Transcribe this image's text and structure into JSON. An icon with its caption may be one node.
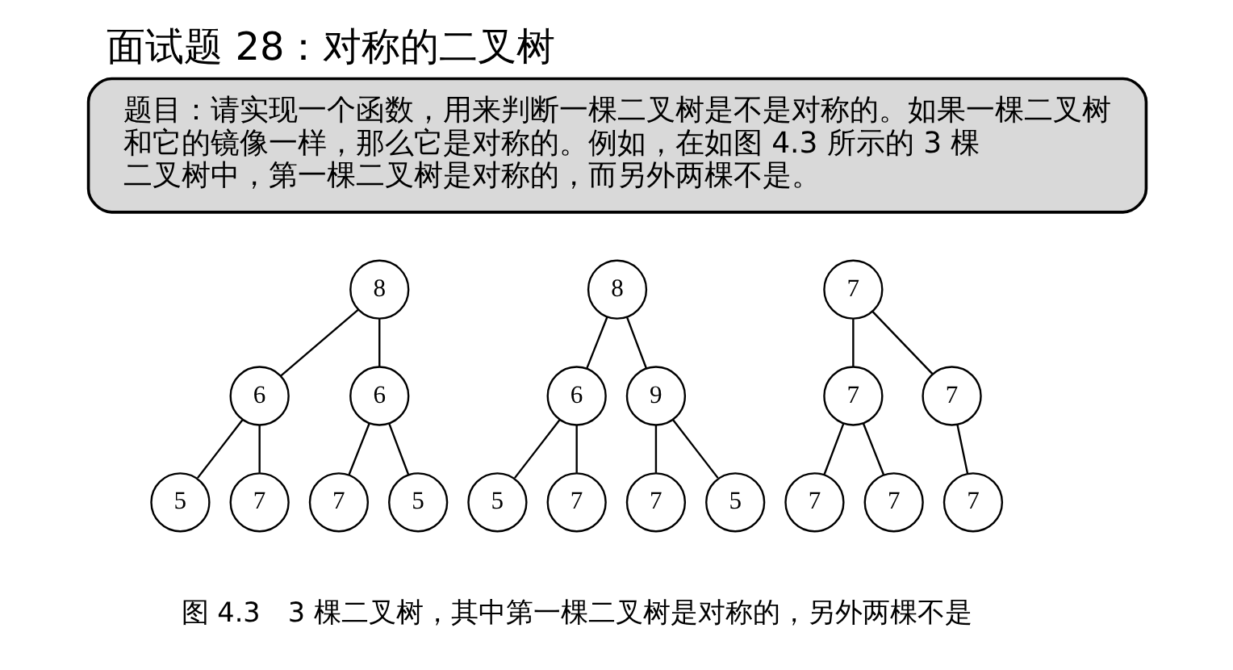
{
  "diagram": {
    "title": "面试题 28：对称的二叉树",
    "caption": "图 4.3　3 棵二叉树，其中第一棵二叉树是对称的，另外两棵不是",
    "nodes": [
      {
        "text": [
          "题目：请实现一个函数，用来判断一棵二叉树是不是对称的。如果一棵二叉树和它的镜像一样，那么它是对称的。例如，在如图 4.3 所示的 3 棵二叉树中，第一棵二叉树是对称的，而另外两棵不是。"
        ]
      },
      {
        "text": [
          "8"
        ]
      },
      {
        "text": [
          "8"
        ]
      },
      {
        "text": [
          "7"
        ]
      },
      {
        "text": [
          "6"
        ]
      },
      {
        "text": [
          "6"
        ]
      },
      {
        "text": [
          "6"
        ]
      },
      {
        "text": [
          "9"
        ]
      },
      {
        "text": [
          "7"
        ]
      },
      {
        "text": [
          "7"
        ]
      },
      {
        "text": [
          "5"
        ]
      },
      {
        "text": [
          "7"
        ]
      },
      {
        "text": [
          "7"
        ]
      },
      {
        "text": [
          "5"
        ]
      },
      {
        "text": [
          "5"
        ]
      },
      {
        "text": [
          "7"
        ]
      },
      {
        "text": [
          "7"
        ]
      },
      {
        "text": [
          "5"
        ]
      },
      {
        "text": [
          "7"
        ]
      },
      {
        "text": [
          "7"
        ]
      },
      {
        "text": [
          "7"
        ]
      }
    ],
    "edges": [
      {
        "from": 1,
        "to": 4,
        "arrow": "none"
      },
      {
        "from": 1,
        "to": 5,
        "arrow": "none"
      },
      {
        "from": 2,
        "to": 6,
        "arrow": "none"
      },
      {
        "from": 2,
        "to": 7,
        "arrow": "none"
      },
      {
        "from": 3,
        "to": 8,
        "arrow": "none"
      },
      {
        "from": 3,
        "to": 9,
        "arrow": "none"
      },
      {
        "from": 4,
        "to": 10,
        "arrow": "none"
      },
      {
        "from": 4,
        "to": 11,
        "arrow": "none"
      },
      {
        "from": 5,
        "to": 12,
        "arrow": "none"
      },
      {
        "from": 5,
        "to": 13,
        "arrow": "none"
      },
      {
        "from": 6,
        "to": 14,
        "arrow": "none"
      },
      {
        "from": 6,
        "to": 15,
        "arrow": "none"
      },
      {
        "from": 7,
        "to": 16,
        "arrow": "none"
      },
      {
        "from": 7,
        "to": 17,
        "arrow": "none"
      },
      {
        "from": 8,
        "to": 18,
        "arrow": "none"
      },
      {
        "from": 8,
        "to": 19,
        "arrow": "none"
      },
      {
        "from": 9,
        "to": 20,
        "arrow": "none"
      }
    ]
  }
}
